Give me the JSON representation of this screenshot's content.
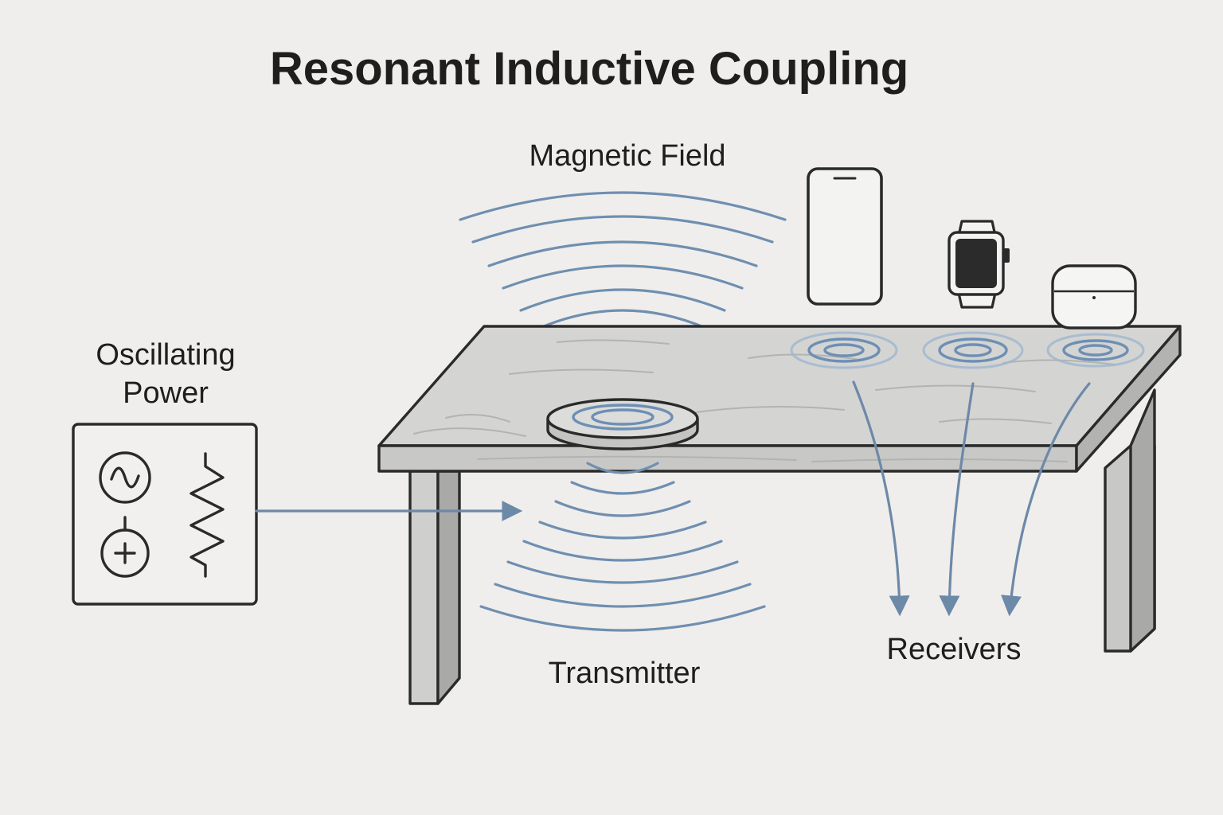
{
  "title": "Resonant Inductive Coupling",
  "labels": {
    "magnetic_field": "Magnetic Field",
    "oscillating_power_line1": "Oscillating",
    "oscillating_power_line2": "Power",
    "transmitter": "Transmitter",
    "receivers": "Receivers"
  },
  "devices": [
    "smartphone",
    "smartwatch",
    "earbuds-case"
  ],
  "icons": {
    "source": "ac-source-icon",
    "battery": "dc-source-icon",
    "resistor": "resistor-icon"
  },
  "colors": {
    "background": "#efeeec",
    "field_lines": "#6f8fb0",
    "table": "#d2d2d0",
    "outline": "#2a2a2a"
  }
}
